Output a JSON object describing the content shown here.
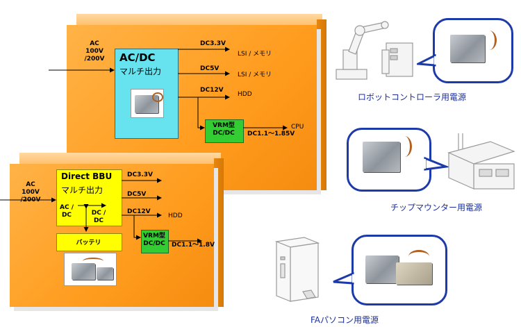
{
  "top_unit": {
    "input": "AC\n100V\n/200V",
    "title": "AC/DC",
    "subtitle": "マルチ出力",
    "rails": [
      {
        "voltage": "DC3.3V",
        "load": "LSI / メモリ"
      },
      {
        "voltage": "DC5V",
        "load": "LSI / メモリ"
      },
      {
        "voltage": "DC12V",
        "load": "HDD"
      }
    ],
    "vrm": "VRM型\nDC/DC",
    "vrm_out": "DC1.1～1.85V",
    "vrm_load": "CPU"
  },
  "bottom_unit": {
    "input": "AC\n100V\n/200V",
    "title": "Direct BBU",
    "subtitle": "マルチ出力",
    "acdc": "AC /\nDC",
    "dcdc": "DC /\nDC",
    "rails": [
      {
        "voltage": "DC3.3V",
        "load": ""
      },
      {
        "voltage": "DC5V",
        "load": ""
      },
      {
        "voltage": "DC12V",
        "load": "HDD"
      }
    ],
    "battery": "バッテリ",
    "vrm": "VRM型\nDC/DC",
    "vrm_out": "DC1.1～1.8V"
  },
  "applications": [
    {
      "caption": "ロボットコントローラ用電源"
    },
    {
      "caption": "チップマウンター用電源"
    },
    {
      "caption": "FAパソコン用電源"
    }
  ],
  "colors": {
    "panel": "#ffa030",
    "acdc_box": "#66e3ef",
    "bbu_box": "#ffff00",
    "vrm_box": "#33cc33",
    "caption": "#1a2f9c",
    "bubble": "#1c3aa8"
  }
}
